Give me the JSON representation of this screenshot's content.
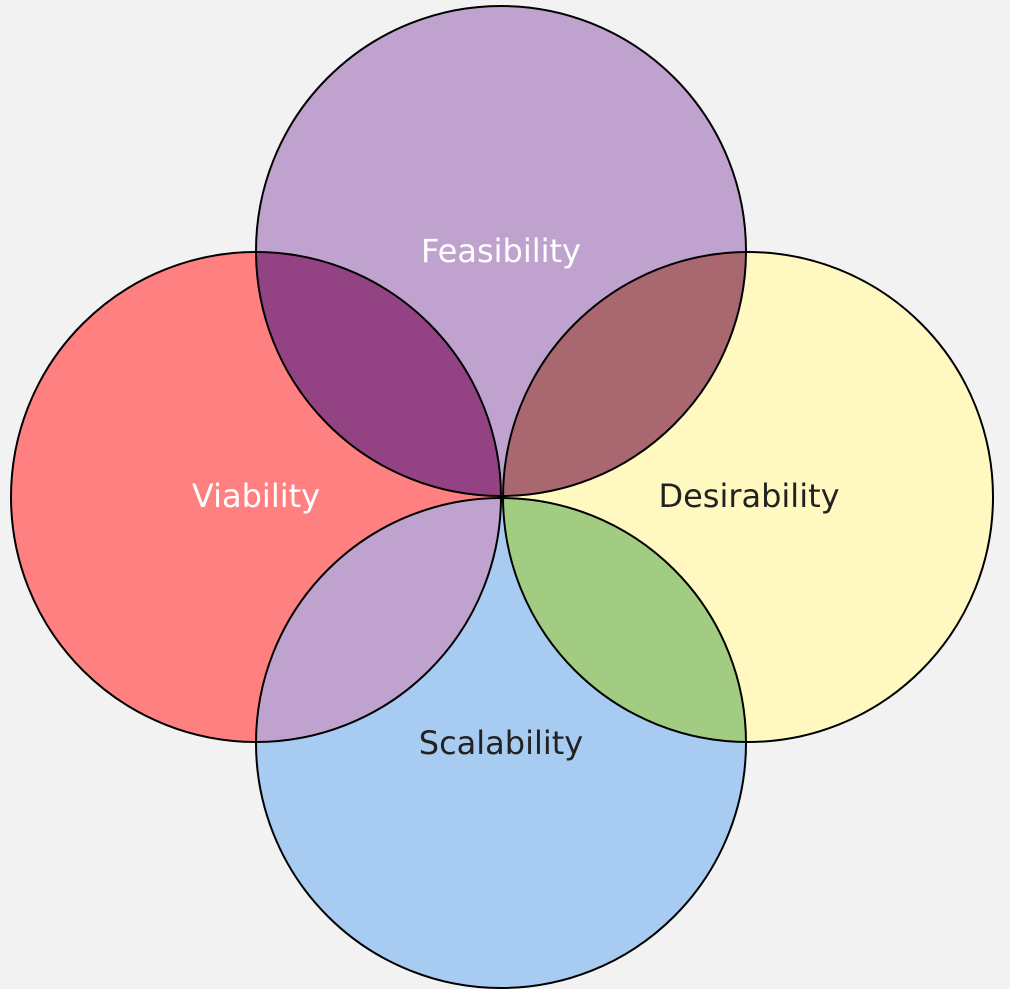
{
  "diagram": {
    "background": "#f2f2f2",
    "circles": [
      {
        "id": "feasibility",
        "label": "Feasibility",
        "fill": "#c0a2cf",
        "label_color": "#ffffff"
      },
      {
        "id": "viability",
        "label": "Viability",
        "fill": "#ff8080",
        "label_color": "#ffffff"
      },
      {
        "id": "desirability",
        "label": "Desirability",
        "fill": "#fff8c0",
        "label_color": "#222222"
      },
      {
        "id": "scalability",
        "label": "Scalability",
        "fill": "#a8cbf2",
        "label_color": "#222222"
      }
    ],
    "overlaps": [
      {
        "between": [
          "feasibility",
          "viability"
        ],
        "fill": "#934383"
      },
      {
        "between": [
          "feasibility",
          "desirability"
        ],
        "fill": "#a9676f"
      },
      {
        "between": [
          "viability",
          "scalability"
        ],
        "fill": "#c0a2cf"
      },
      {
        "between": [
          "desirability",
          "scalability"
        ],
        "fill": "#a2cc82"
      }
    ]
  }
}
